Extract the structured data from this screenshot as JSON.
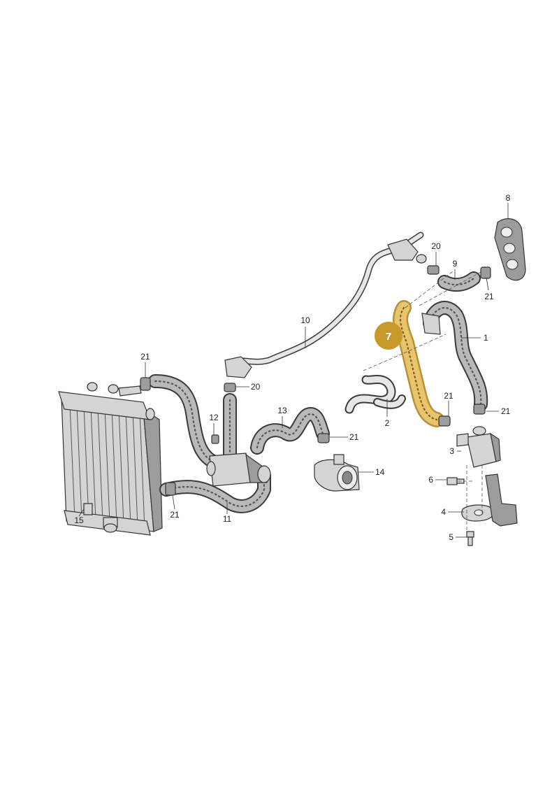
{
  "diagram": {
    "highlight": {
      "label": "7",
      "color": "#c89a2b"
    },
    "labels": {
      "p1": "1",
      "p2": "2",
      "p3": "3",
      "p4": "4",
      "p5": "5",
      "p6": "6",
      "p8": "8",
      "p9": "9",
      "p10": "10",
      "p11": "11",
      "p12": "12",
      "p13": "13",
      "p14": "14",
      "p15": "15",
      "p20a": "20",
      "p20b": "20",
      "p21a": "21",
      "p21b": "21",
      "p21c": "21",
      "p21d": "21",
      "p21e": "21",
      "p21f": "21"
    }
  }
}
